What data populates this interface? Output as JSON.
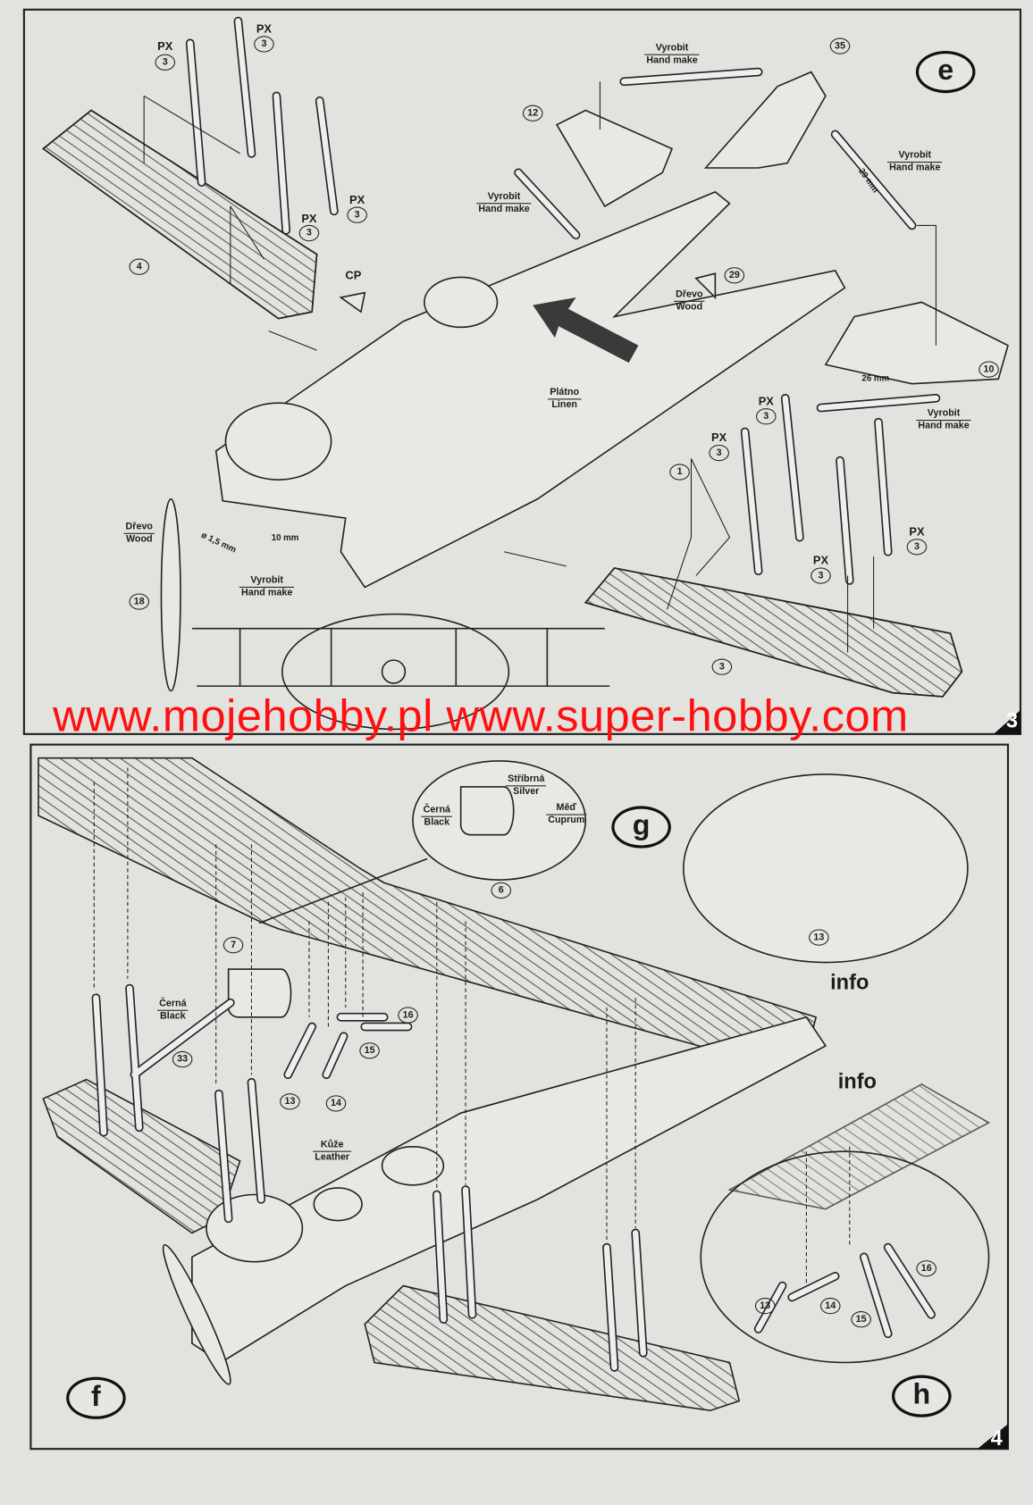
{
  "watermark": "www.mojehobby.pl www.super-hobby.com",
  "page_numbers": [
    "3",
    "4"
  ],
  "colors": {
    "watermark": "#ff1010",
    "paper": "#e2e2df",
    "ink": "#1c1c1c"
  },
  "panel_e": {
    "step": "e",
    "px_labels": [
      {
        "code": "PX",
        "part": "3"
      },
      {
        "code": "PX",
        "part": "3"
      },
      {
        "code": "PX",
        "part": "3"
      },
      {
        "code": "PX",
        "part": "3"
      },
      {
        "code": "PX",
        "part": "3"
      },
      {
        "code": "PX",
        "part": "3"
      },
      {
        "code": "PX",
        "part": "3"
      },
      {
        "code": "PX",
        "part": "3"
      }
    ],
    "hand_make": {
      "cz": "Vyrobit",
      "en": "Hand make"
    },
    "wood": {
      "cz": "Dřevo",
      "en": "Wood"
    },
    "linen": {
      "cz": "Plátno",
      "en": "Linen"
    },
    "cp": "CP",
    "parts": [
      "12",
      "35",
      "29",
      "10",
      "4",
      "1",
      "18",
      "3"
    ],
    "dimensions": {
      "d1": "29 mm",
      "d2": "26 mm",
      "d3": "ø 1,5 mm",
      "d4": "10 mm"
    }
  },
  "panel_f": {
    "step_f": "f",
    "step_g": "g",
    "step_h": "h",
    "info": "info",
    "silver": {
      "cz": "Stříbrná",
      "en": "Silver"
    },
    "black": {
      "cz": "Černá",
      "en": "Black"
    },
    "cuprum": {
      "cz": "Měď",
      "en": "Cuprum"
    },
    "leather": {
      "cz": "Kůže",
      "en": "Leather"
    },
    "parts": [
      "6",
      "13",
      "7",
      "33",
      "16",
      "15",
      "13",
      "14",
      "16",
      "13",
      "14",
      "15"
    ]
  }
}
